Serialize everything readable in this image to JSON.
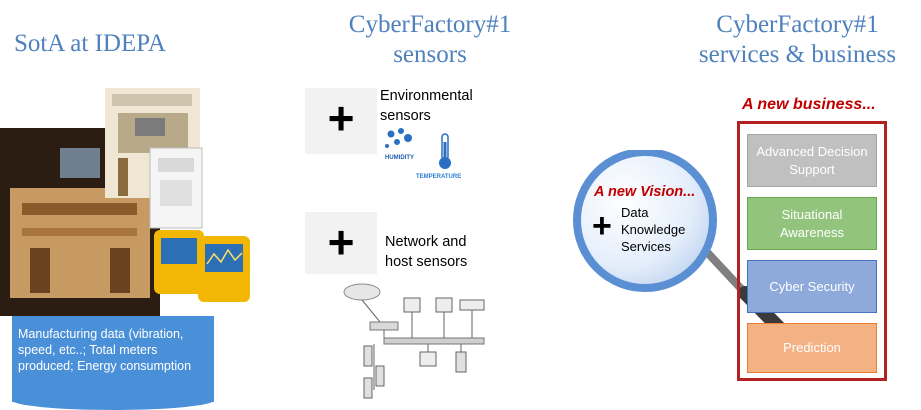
{
  "columns": {
    "left": {
      "title": "SotA at IDEPA"
    },
    "middle": {
      "title_line1": "CyberFactory#1",
      "title_line2": "sensors"
    },
    "right": {
      "title_line1": "CyberFactory#1",
      "title_line2": "services & business"
    }
  },
  "left_box": {
    "text": "Manufacturing data (vibration, speed, etc..; Total meters produced; Energy consumption"
  },
  "sensors": {
    "environmental": {
      "plus": "+",
      "label_line1": "Environmental",
      "label_line2": "sensors",
      "humidity": "HUMIDITY",
      "temperature": "TEMPERATURE"
    },
    "network": {
      "plus": "+",
      "label_line1": "Network and",
      "label_line2": "host sensors"
    }
  },
  "vision": {
    "title": "A new Vision...",
    "plus": "+",
    "items": [
      "Data",
      "Knowledge",
      "Services"
    ]
  },
  "business": {
    "title": "A new business...",
    "services": [
      {
        "label_line1": "Advanced Decision",
        "label_line2": "Support"
      },
      {
        "label_line1": "Situational",
        "label_line2": "Awareness"
      },
      {
        "label_line1": "Cyber Security",
        "label_line2": ""
      },
      {
        "label_line1": "Prediction",
        "label_line2": ""
      }
    ]
  },
  "colors": {
    "heading_blue": "#4f81bd",
    "accent_red": "#c00000",
    "box_blue": "#4a90d9",
    "svc_grey": "#c0c0c0",
    "svc_green": "#93c47d",
    "svc_blue": "#8eaadb",
    "svc_orange": "#f4b183"
  }
}
